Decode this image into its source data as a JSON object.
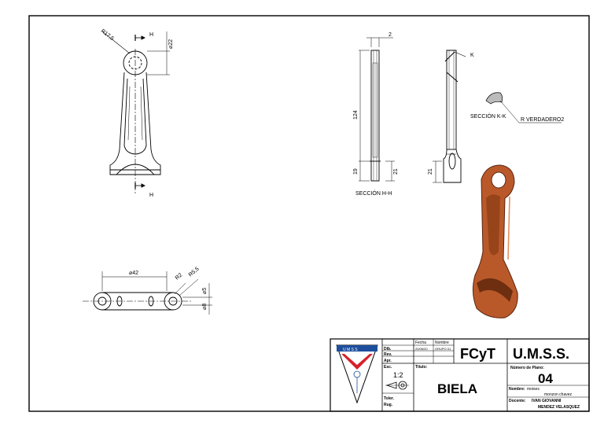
{
  "views": {
    "top": {
      "section_mark": "H",
      "radius_label": "R17,5",
      "diameter_label": "⌀22"
    },
    "section_hh": {
      "thickness_label": "2",
      "length_label": "124",
      "bottom_label_left": "19",
      "bottom_label_right": "21",
      "caption": "SECCIÓN H-H"
    },
    "side": {
      "section_mark": "K",
      "bottom_label": "21"
    },
    "section_kk": {
      "caption": "SECCIÓN K-K",
      "note": "R VERDADERO2"
    },
    "front_bottom": {
      "diameter_42": "⌀42",
      "r2_label": "R2",
      "r55_label": "R5,5",
      "d5_label": "⌀5",
      "d8_label": "⌀8"
    }
  },
  "title_block": {
    "logo_text": "U M S S",
    "col_fecha": "Fecha",
    "col_nombre": "Nombre",
    "row_dib": "Dib.",
    "row_rev": "Rev.",
    "row_apr": "Apr.",
    "row_esc": "Esc.",
    "row_toler": "Toler.",
    "row_rug": "Rug.",
    "dib_fecha": "20/06/20",
    "dib_nombre": "GRUPO 01",
    "scale": "1:2",
    "titulo_label": "Título:",
    "title": "BIELA",
    "faculty": "FCyT",
    "university": "U.M.S.S.",
    "plan_label": "Número de Plano:",
    "plan_number": "04",
    "nombre_label": "Nombre:",
    "nombre_line1": "moises",
    "nombre_line2": "monzon chavez",
    "docente_label": "Docente:",
    "docente_line1": "IVAN GIOVANNI",
    "docente_line2": "MENDEZ VELASQUEZ"
  }
}
